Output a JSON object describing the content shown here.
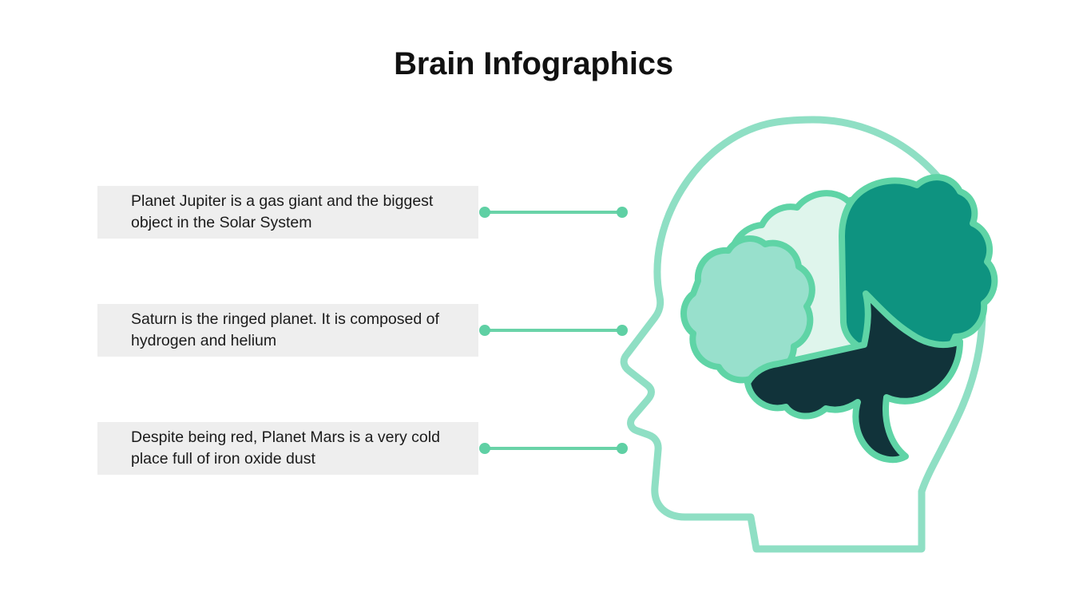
{
  "slide": {
    "title": "Brain Infographics",
    "background_color": "#ffffff"
  },
  "theme": {
    "title_color": "#111111",
    "text_color": "#1b1b1b",
    "box_background": "#eeeeee",
    "connector_color": "#6ad3a8",
    "connector_dot_color": "#5fd0a4",
    "head_outline_color": "#8fdfc4",
    "brain_outline_color": "#5fd4a6",
    "lobe_mint": "#98e0cc",
    "lobe_pale": "#dff5ec",
    "lobe_teal": "#0e9380",
    "lobe_dark": "#11333a"
  },
  "facts": [
    {
      "id": "fact-jupiter",
      "text": "Planet Jupiter is a gas giant and the biggest object in the Solar System"
    },
    {
      "id": "fact-saturn",
      "text": "Saturn is the ringed planet. It is composed of hydrogen and helium"
    },
    {
      "id": "fact-mars",
      "text": "Despite being red, Planet Mars is a very cold place full of iron oxide dust"
    }
  ],
  "illustration": {
    "name": "human-head-profile-with-brain",
    "parts": [
      "head-outline",
      "brain-lobe-frontal",
      "brain-lobe-parietal",
      "brain-lobe-occipital",
      "brain-lobe-temporal-cerebellum"
    ]
  }
}
